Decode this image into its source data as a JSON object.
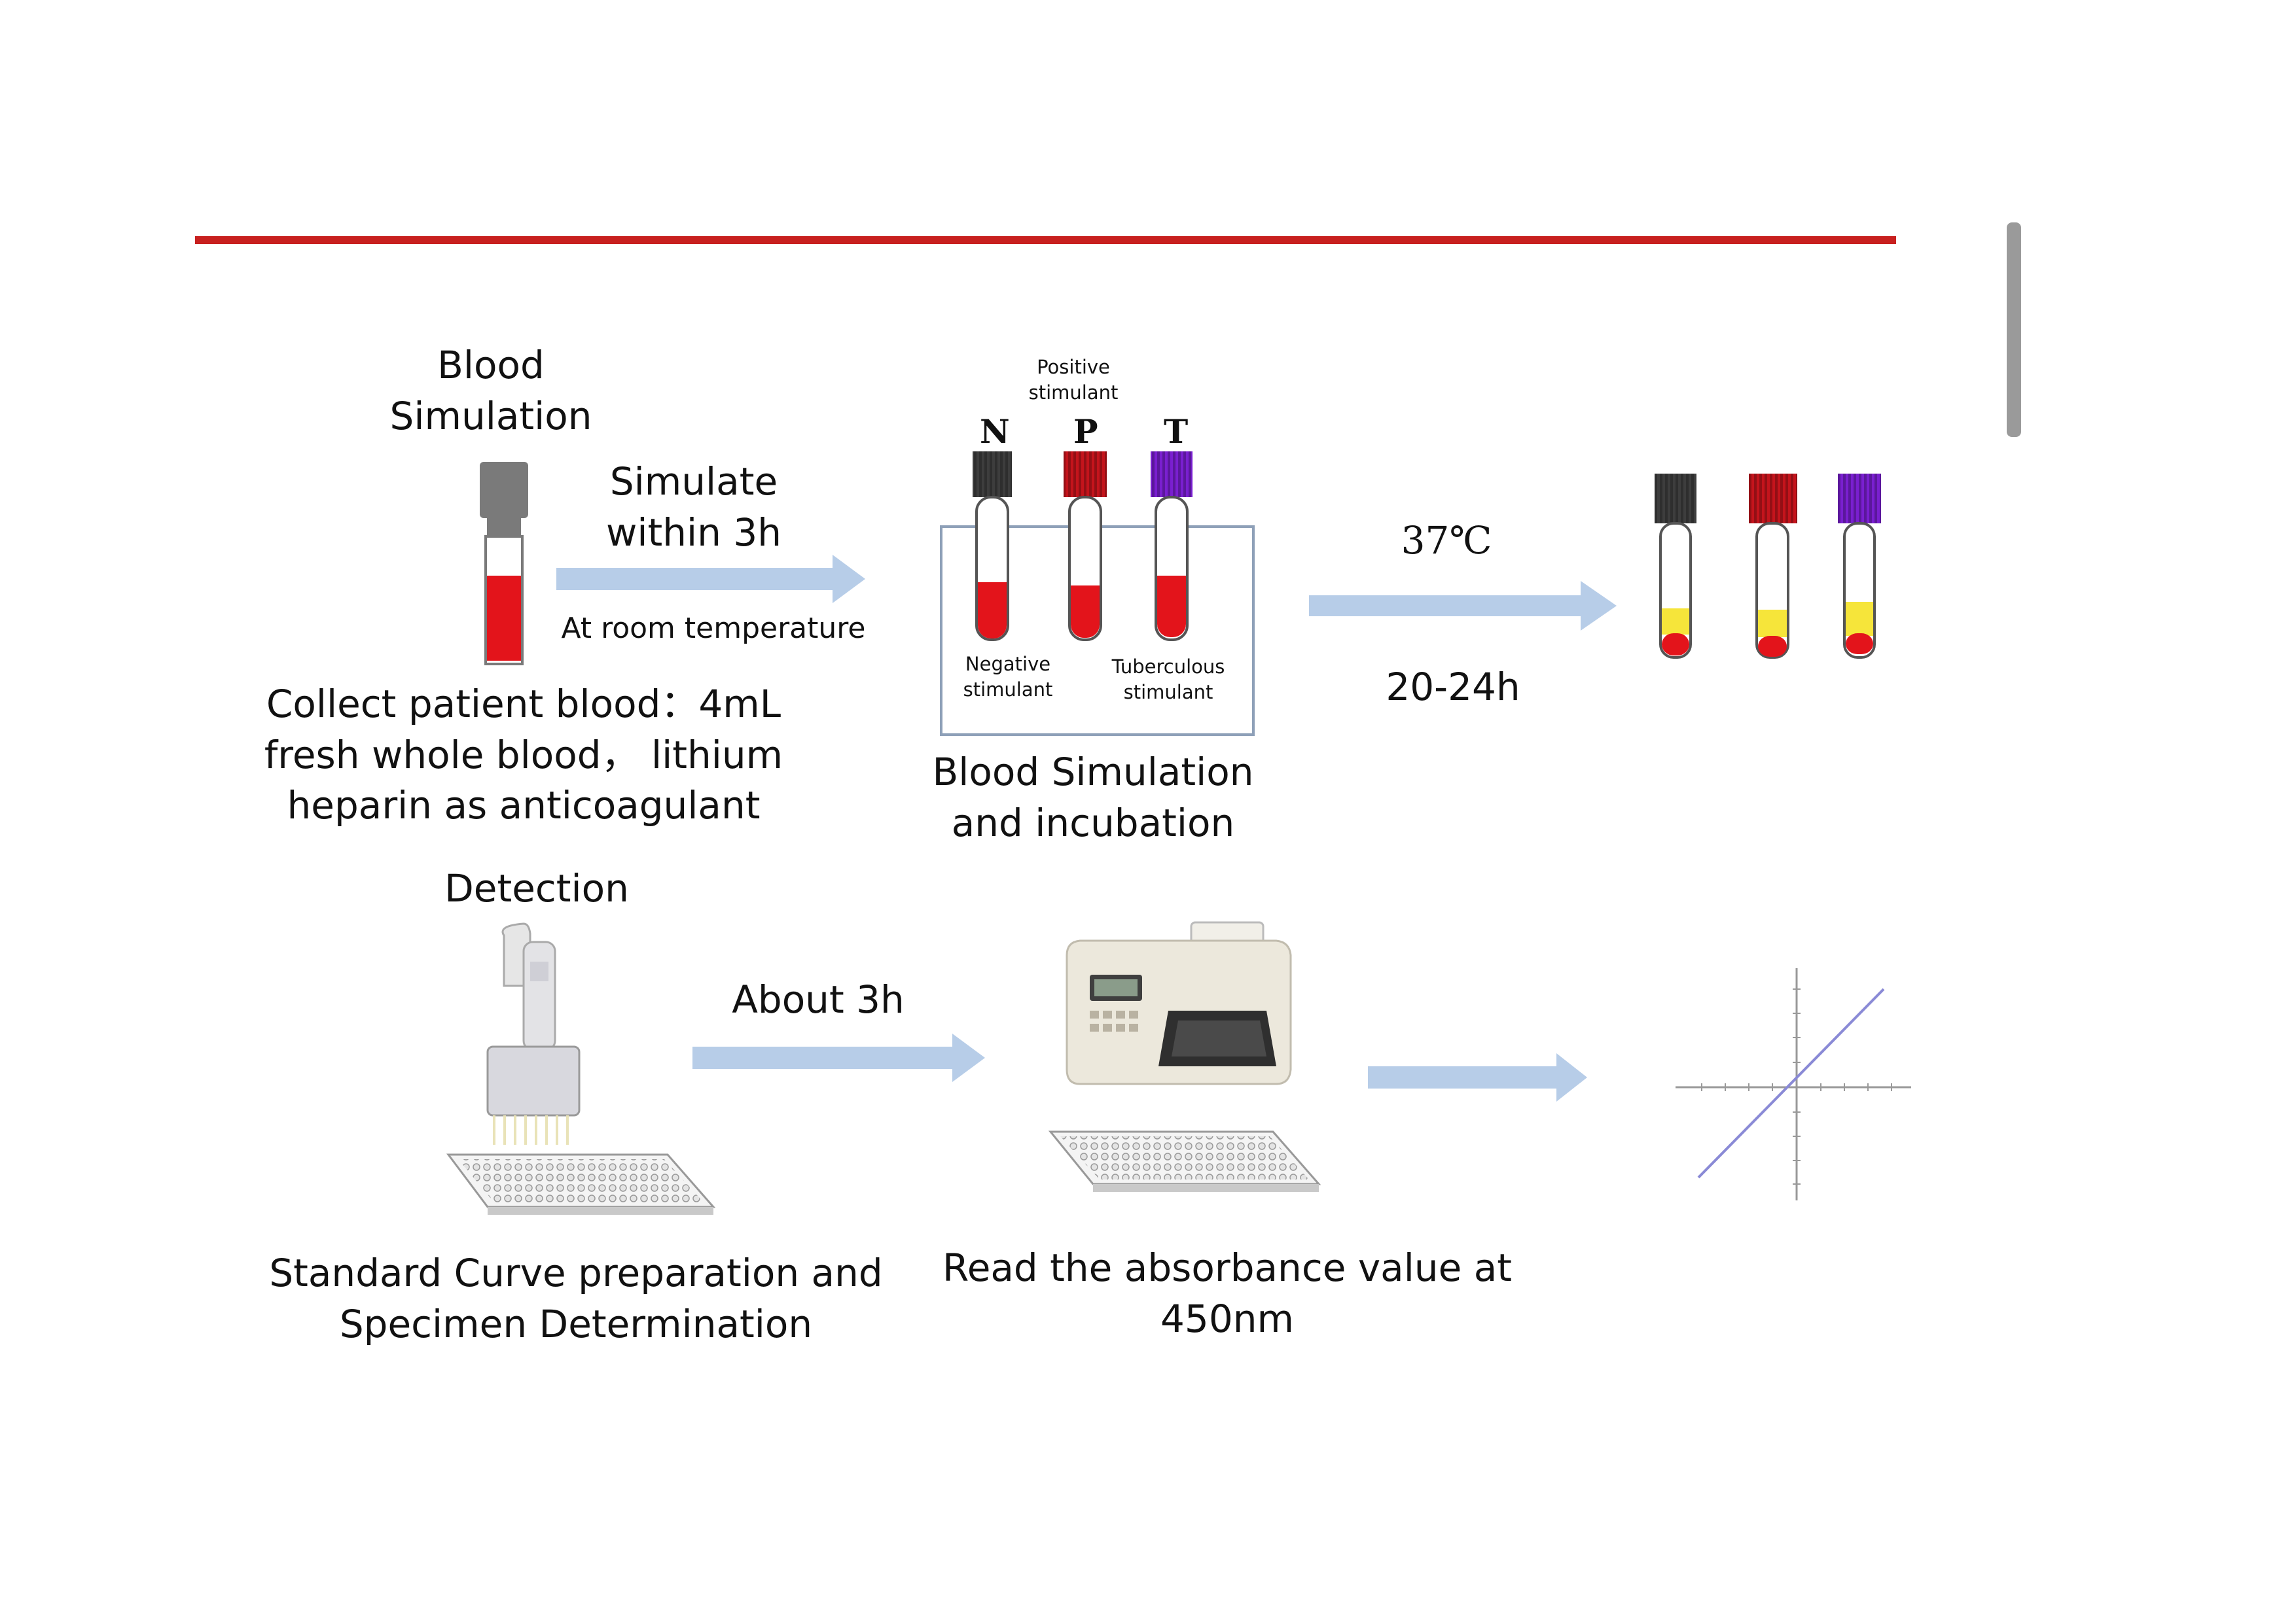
{
  "colors": {
    "header_line": "#c8201f",
    "arrow": "#b7cde8",
    "blood": "#e3141b",
    "plasma": "#f6e53a",
    "cap_negative": "#3d3d3d",
    "cap_positive": "#c4141c",
    "cap_tuberculous": "#7a1fd0",
    "cap_single": "#7a7a7a",
    "box_border": "#8ea0b8",
    "graph_line": "#8a8ad6"
  },
  "scrollbar": {
    "icon": "scrollbar-thumb"
  },
  "step1": {
    "heading": "Blood\nSimulation",
    "caption": "Collect patient blood：4mL\nfresh whole blood， lithium\nheparin as anticoagulant",
    "icon": "blood-tube"
  },
  "arrow1": {
    "label_top": "Simulate\nwithin 3h",
    "label_bottom": "At room temperature"
  },
  "step2": {
    "positive_label": "Positive\nstimulant",
    "negative_label": "Negative\nstimulant",
    "tuberculous_label": "Tuberculous\nstimulant",
    "letters": {
      "n": "N",
      "p": "P",
      "t": "T"
    },
    "caption": "Blood Simulation\nand incubation"
  },
  "arrow2": {
    "label_top": "37℃",
    "label_bottom": "20-24h"
  },
  "step4": {
    "heading": "Detection",
    "caption": "Standard Curve preparation and\nSpecimen Determination",
    "icon": "multichannel-pipette"
  },
  "arrow3": {
    "label_top": "About 3h"
  },
  "step5": {
    "caption": "Read the absorbance value at\n450nm",
    "icon": "microplate-reader"
  },
  "step6": {
    "icon": "standard-curve-graph"
  }
}
